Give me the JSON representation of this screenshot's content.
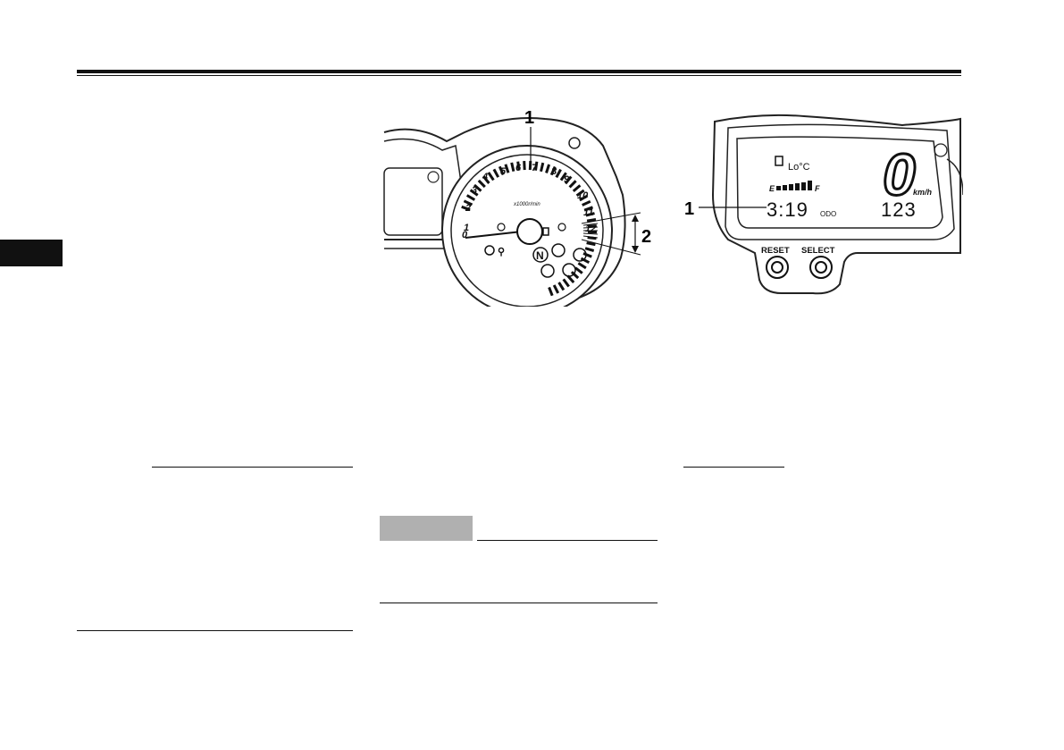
{
  "figure_left": {
    "callouts": [
      "1",
      "2"
    ],
    "dial_numbers": [
      "0",
      "1",
      "2",
      "3",
      "4",
      "5",
      "6",
      "7",
      "8",
      "9",
      "10",
      "11",
      "12",
      "13"
    ],
    "dial_unit": "x1000r/min",
    "indicator_neutral": "N"
  },
  "figure_right": {
    "callouts": [
      "1"
    ],
    "temp_label": "Lo°C",
    "fuel_empty": "E",
    "fuel_full": "F",
    "speed_value": "0",
    "speed_unit": "km/h",
    "clock_value": "3:19",
    "odo_label": "ODO",
    "odo_value": "123",
    "reset_button": "RESET",
    "select_button": "SELECT"
  }
}
